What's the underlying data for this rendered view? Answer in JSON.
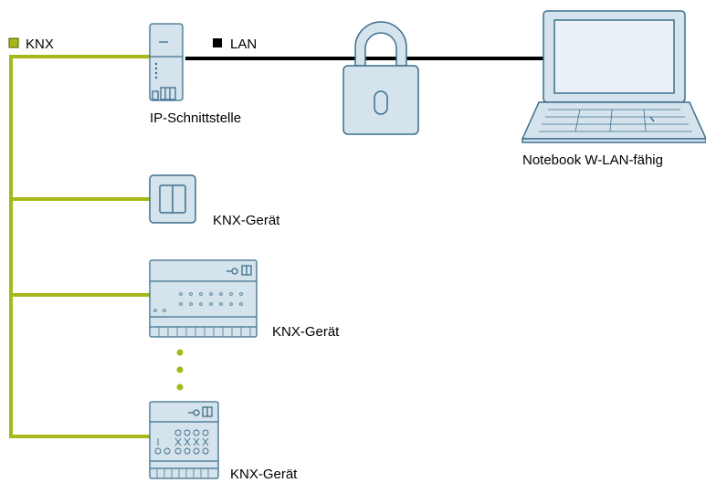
{
  "legend": {
    "knx": {
      "label": "KNX",
      "color": "#a7b81b"
    },
    "lan": {
      "label": "LAN",
      "color": "#000000"
    }
  },
  "devices": {
    "ip_interface": {
      "label": "IP-Schnittstelle"
    },
    "notebook": {
      "label": "Notebook W-LAN-fähig"
    },
    "knx_switch": {
      "label": "KNX-Gerät"
    },
    "knx_actuator": {
      "label": "KNX-Gerät"
    },
    "knx_dimmer": {
      "label": "KNX-Gerät"
    }
  },
  "colors": {
    "device_fill": "#d4e3ec",
    "device_stroke": "#3d6f8e",
    "bus_line": "#a7b81b",
    "lan_line": "#000000"
  },
  "icons": [
    "lock-icon",
    "laptop-icon",
    "switch-icon",
    "actuator-icon",
    "dimmer-icon",
    "ip-interface-icon"
  ]
}
